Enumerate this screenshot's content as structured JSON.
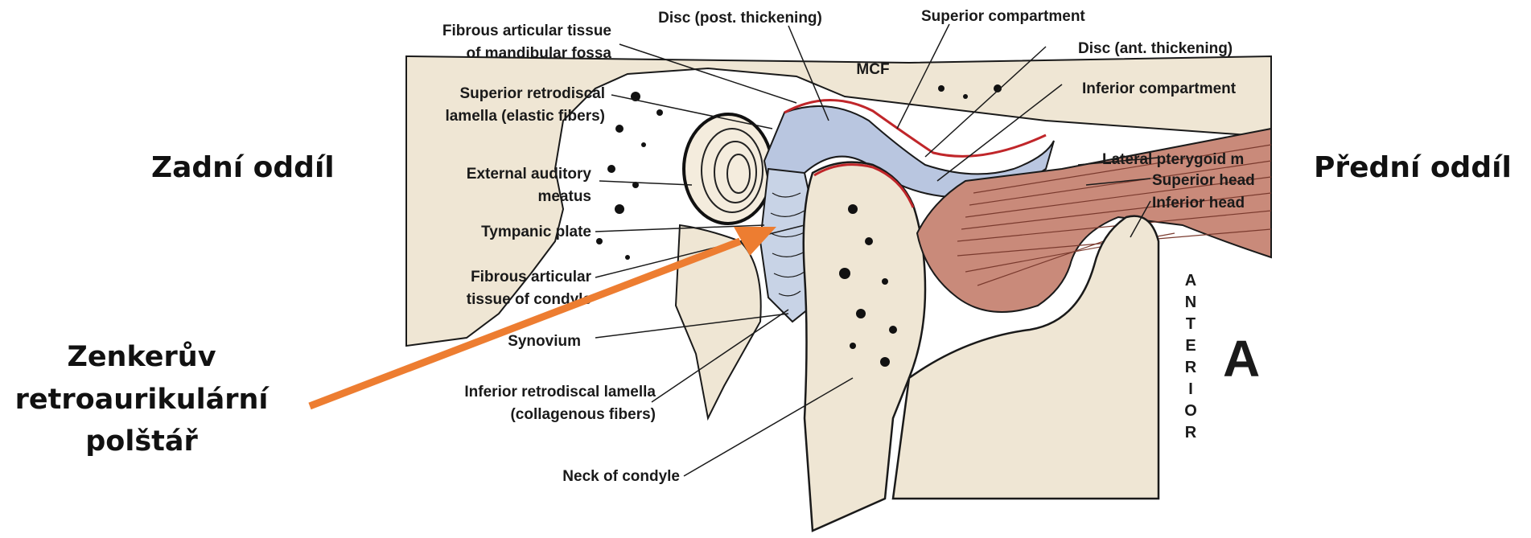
{
  "annotations": {
    "posterior": "Zadní oddíl",
    "anterior": "Přední oddíl",
    "pad_line1": "Zenkerův",
    "pad_line2": "retroaurikulární",
    "pad_line3": "polštář",
    "arrow_color": "#ed7d31"
  },
  "diagram": {
    "labels": {
      "fibrous_fossa_1": "Fibrous articular tissue",
      "fibrous_fossa_2": "of mandibular fossa",
      "disc_post": "Disc (post. thickening)",
      "superior_compartment": "Superior compartment",
      "disc_ant": "Disc (ant. thickening)",
      "mcf": "MCF",
      "superior_retro_1": "Superior retrodiscal",
      "superior_retro_2": "lamella (elastic fibers)",
      "inferior_compartment": "Inferior compartment",
      "ext_auditory_1": "External auditory",
      "ext_auditory_2": "meatus",
      "lateral_pterygoid": "Lateral pterygoid m",
      "superior_head": "Superior head",
      "inferior_head": "Inferior head",
      "tympanic_plate": "Tympanic plate",
      "fibrous_condyle_1": "Fibrous articular",
      "fibrous_condyle_2": "tissue of condyle",
      "synovium": "Synovium",
      "inferior_retro_1": "Inferior retrodiscal lamella",
      "inferior_retro_2": "(collagenous fibers)",
      "neck_condyle": "Neck of condyle",
      "panel_letter": "A",
      "anterior_vertical": [
        "A",
        "N",
        "T",
        "E",
        "R",
        "I",
        "O",
        "R"
      ]
    },
    "colors": {
      "bone": "#efe6d4",
      "disc": "#b9c6e0",
      "muscle": "#c98a7a",
      "synovium_red": "#c0262a"
    }
  }
}
